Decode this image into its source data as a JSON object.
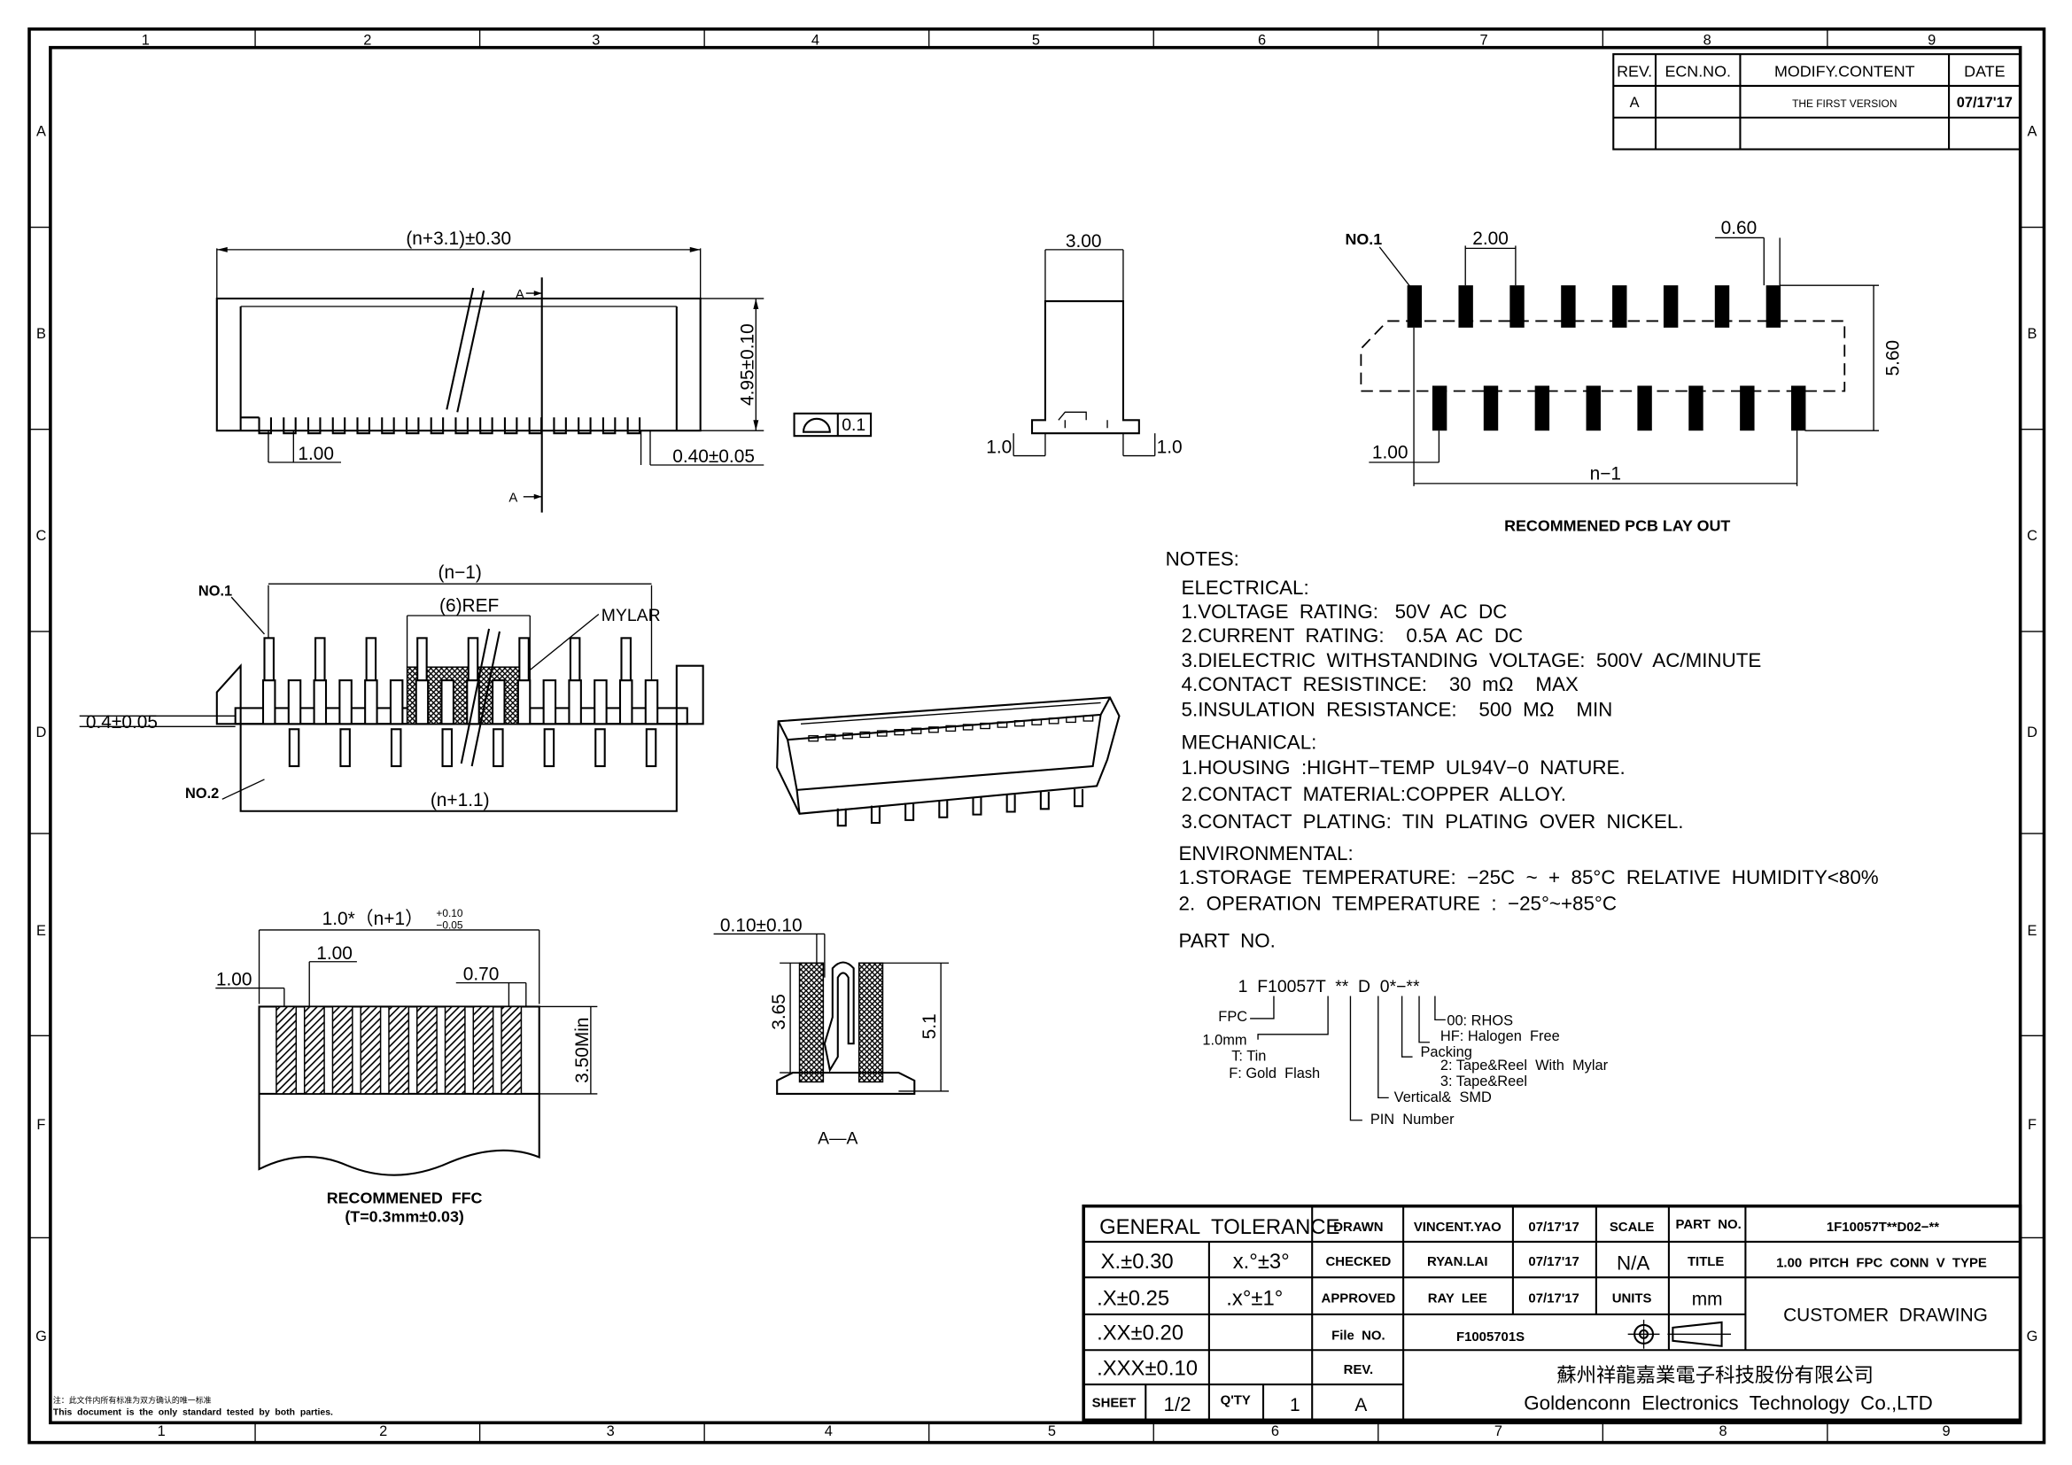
{
  "grid": {
    "cols": [
      "1",
      "2",
      "3",
      "4",
      "5",
      "6",
      "7",
      "8",
      "9"
    ],
    "rows": [
      "A",
      "B",
      "C",
      "D",
      "E",
      "F",
      "G"
    ]
  },
  "revision": {
    "headers": [
      "REV.",
      "ECN.NO.",
      "MODIFY.CONTENT",
      "DATE"
    ],
    "row": {
      "rev": "A",
      "ecn": "",
      "content": "THE FIRST VERSION",
      "date": "07/17'17"
    }
  },
  "front_view": {
    "width_dim": "(n+3.1)±0.30",
    "height_dim": "4.95±0.10",
    "pitch": "1.00",
    "pin_width": "0.40±0.05",
    "flatness": "0.1",
    "section_a": "A"
  },
  "side_view": {
    "width": "3.00",
    "foot_left": "1.0",
    "foot_right": "1.0"
  },
  "pcb_layout": {
    "no1": "NO.1",
    "pitch": "2.00",
    "pad_width": "0.60",
    "row_gap": "5.60",
    "offset": "1.00",
    "span": "n−1",
    "title": "RECOMMENED PCB LAY OUT"
  },
  "top_view": {
    "no1": "NO.1",
    "no2": "NO.2",
    "span_top": "(n−1)",
    "ref": "(6)REF",
    "mylar": "MYLAR",
    "thickness": "0.4±0.05",
    "span_bottom": "(n+1.1)"
  },
  "notes": {
    "title": "NOTES:",
    "electrical_title": "ELECTRICAL:",
    "electrical": [
      "1.VOLTAGE  RATING:   50V  AC  DC",
      "2.CURRENT  RATING:    0.5A  AC  DC",
      "3.DIELECTRIC  WITHSTANDING  VOLTAGE:  500V  AC/MINUTE",
      "4.CONTACT  RESISTINCE:    30  mΩ    MAX",
      "5.INSULATION  RESISTANCE:    500  MΩ    MIN"
    ],
    "mechanical_title": "MECHANICAL:",
    "mechanical": [
      "1.HOUSING  :HIGHT−TEMP  UL94V−0  NATURE.",
      "2.CONTACT  MATERIAL:COPPER  ALLOY.",
      "3.CONTACT  PLATING:  TIN  PLATING  OVER  NICKEL."
    ],
    "environmental_title": "ENVIRONMENTAL:",
    "environmental": [
      "1.STORAGE  TEMPERATURE:  −25C  ~  +  85°C  RELATIVE  HUMIDITY<80%",
      "2.  OPERATION  TEMPERATURE  :  −25°~+85°C"
    ],
    "part_title": "PART  NO."
  },
  "part_no": {
    "code": "1  F10057T  **  D  0*−**",
    "fpc": "FPC",
    "pitch": "1.0mm",
    "t_tin": "T: Tin",
    "f_gold": "F: Gold  Flash",
    "pin": "PIN  Number",
    "vertical": "Vertical&  SMD",
    "packing": "Packing",
    "pack2": "2: Tape&Reel  With  Mylar",
    "pack3": "3: Tape&Reel",
    "hf": "HF: Halogen  Free",
    "rhos": "00: RHOS"
  },
  "ffc": {
    "width_dim": "1.0*（n+1）",
    "tol_plus": "+0.10",
    "tol_minus": "−0.05",
    "pitch": "1.00",
    "edge": "1.00",
    "finger": "0.70",
    "length": "3.50Min",
    "title": "RECOMMENED  FFC",
    "subtitle": "(T=0.3mm±0.03)"
  },
  "section": {
    "gap": "0.10±0.10",
    "height1": "3.65",
    "height2": "5.1",
    "label": "A—A"
  },
  "title_block": {
    "general_tolerance": "GENERAL  TOLERANCE",
    "tol1": "X.±0.30",
    "ang1": "x.°±3°",
    "tol2": ".X±0.25",
    "ang2": ".x°±1°",
    "tol3": ".XX±0.20",
    "tol4": ".XXX±0.10",
    "drawn": "DRAWN",
    "drawn_by": "VINCENT.YAO",
    "drawn_date": "07/17'17",
    "checked": "CHECKED",
    "checked_by": "RYAN.LAI",
    "checked_date": "07/17'17",
    "approved": "APPROVED",
    "approved_by": "RAY  LEE",
    "approved_date": "07/17'17",
    "scale": "SCALE",
    "scale_val": "N/A",
    "units": "UNITS",
    "units_val": "mm",
    "part_no_label": "PART  NO.",
    "part_no": "1F10057T**D02−**",
    "title_label": "TITLE",
    "title": "1.00  PITCH  FPC  CONN  V  TYPE",
    "customer": "CUSTOMER  DRAWING",
    "file_label": "File  NO.",
    "file_no": "F1005701S",
    "rev_label": "REV.",
    "rev_val": "A",
    "sheet_label": "SHEET",
    "sheet": "1/2",
    "qty_label": "Q'TY",
    "qty": "1",
    "company_cn": "蘇州祥龍嘉業電子科技股份有限公司",
    "company_en": "Goldenconn  Electronics  Technology  Co.,LTD"
  },
  "footnote": {
    "cn": "注：此文件内所有标准为双方确认的唯一标准",
    "en": "This  document  is  the  only  standard  tested  by  both  parties."
  }
}
